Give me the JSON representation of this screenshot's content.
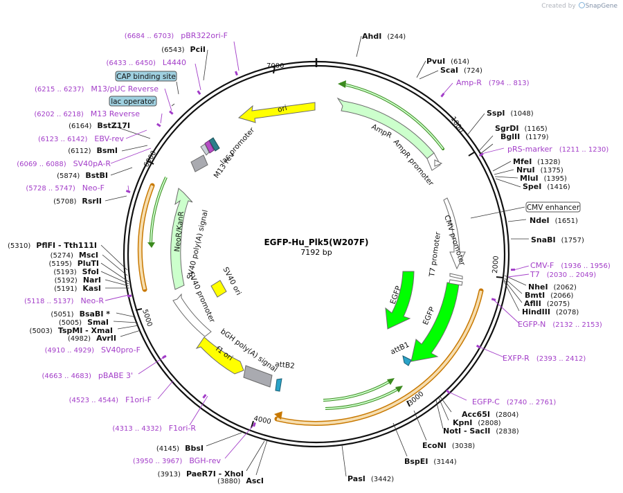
{
  "credit": {
    "prefix": "Created by",
    "brand": "SnapGene"
  },
  "plasmid": {
    "name": "EGFP-Hu_Plk5(W207F)",
    "length": 7192,
    "length_label": "7192 bp"
  },
  "colors": {
    "backbone": "#111111",
    "primer": "#a23cc8",
    "ori": "#ffff00",
    "amp": "#ccffcc",
    "egfp": "#00ff00",
    "promoter": "#ffffff",
    "polya": "#a9aab0",
    "att": "#2aa3c8",
    "primer_arrow": "#3b8a1e",
    "orf_fill": "#f6deb0",
    "orf_line": "#c87800",
    "lac": "#2aa3c8",
    "cap": "#2a7f8a"
  },
  "tick_labels": [
    "1000",
    "2000",
    "3000",
    "4000",
    "5000",
    "6000",
    "7000"
  ],
  "sites": [
    {
      "name": "AhdI",
      "pos": "(244)"
    },
    {
      "name": "PvuI",
      "pos": "(614)"
    },
    {
      "name": "ScaI",
      "pos": "(724)"
    },
    {
      "name": "SspI",
      "pos": "(1048)"
    },
    {
      "name": "SgrDI",
      "pos": "(1165)"
    },
    {
      "name": "BglII",
      "pos": "(1179)"
    },
    {
      "name": "MfeI",
      "pos": "(1328)"
    },
    {
      "name": "NruI",
      "pos": "(1375)"
    },
    {
      "name": "MluI",
      "pos": "(1395)"
    },
    {
      "name": "SpeI",
      "pos": "(1416)"
    },
    {
      "name": "NdeI",
      "pos": "(1651)"
    },
    {
      "name": "SnaBI",
      "pos": "(1757)"
    },
    {
      "name": "NheI",
      "pos": "(2062)"
    },
    {
      "name": "BmtI",
      "pos": "(2066)"
    },
    {
      "name": "AflII",
      "pos": "(2075)"
    },
    {
      "name": "HindIII",
      "pos": "(2078)"
    },
    {
      "name": "Acc65I",
      "pos": "(2804)"
    },
    {
      "name": "KpnI",
      "pos": "(2808)"
    },
    {
      "name": "NotI  -  SacII",
      "pos": "(2838)"
    },
    {
      "name": "EcoNI",
      "pos": "(3038)"
    },
    {
      "name": "BspEI",
      "pos": "(3144)"
    },
    {
      "name": "PasI",
      "pos": "(3442)"
    },
    {
      "name": "AscI",
      "pos": "(3880)"
    },
    {
      "name": "PaeR7I  -  XhoI",
      "pos": "(3913)"
    },
    {
      "name": "BbsI",
      "pos": "(4145)"
    },
    {
      "name": "AvrII",
      "pos": "(4982)"
    },
    {
      "name": "TspMI  -  XmaI",
      "pos": "(5003)"
    },
    {
      "name": "SmaI",
      "pos": "(5005)"
    },
    {
      "name": "BsaBI  *",
      "pos": "(5051)"
    },
    {
      "name": "KasI",
      "pos": "(5191)"
    },
    {
      "name": "NarI",
      "pos": "(5192)"
    },
    {
      "name": "SfoI",
      "pos": "(5193)"
    },
    {
      "name": "PluTI",
      "pos": "(5195)"
    },
    {
      "name": "MscI",
      "pos": "(5274)"
    },
    {
      "name": "PflFI  -  Tth111I",
      "pos": "(5310)"
    },
    {
      "name": "RsrII",
      "pos": "(5708)"
    },
    {
      "name": "BstBI",
      "pos": "(5874)"
    },
    {
      "name": "BsmI",
      "pos": "(6112)"
    },
    {
      "name": "BstZ17I",
      "pos": "(6164)"
    },
    {
      "name": "PciI",
      "pos": "(6543)"
    }
  ],
  "primers": [
    {
      "name": "Amp-R",
      "range": "(794 .. 813)"
    },
    {
      "name": "pRS-marker",
      "range": "(1211 .. 1230)"
    },
    {
      "name": "CMV-F",
      "range": "(1936 .. 1956)"
    },
    {
      "name": "T7",
      "range": "(2030 .. 2049)"
    },
    {
      "name": "EGFP-N",
      "range": "(2132 .. 2153)"
    },
    {
      "name": "EXFP-R",
      "range": "(2393 .. 2412)"
    },
    {
      "name": "EGFP-C",
      "range": "(2740 .. 2761)"
    },
    {
      "name": "BGH-rev",
      "range": "(3950 .. 3967)"
    },
    {
      "name": "F1ori-R",
      "range": "(4313 .. 4332)"
    },
    {
      "name": "F1ori-F",
      "range": "(4523 .. 4544)"
    },
    {
      "name": "pBABE 3'",
      "range": "(4663 .. 4683)"
    },
    {
      "name": "SV40pro-F",
      "range": "(4910 .. 4929)"
    },
    {
      "name": "Neo-R",
      "range": "(5118 .. 5137)"
    },
    {
      "name": "Neo-F",
      "range": "(5728 .. 5747)"
    },
    {
      "name": "SV40pA-R",
      "range": "(6069 .. 6088)"
    },
    {
      "name": "EBV-rev",
      "range": "(6123 .. 6142)"
    },
    {
      "name": "M13 Reverse",
      "range": "(6202 .. 6218)"
    },
    {
      "name": "M13/pUC Reverse",
      "range": "(6215 .. 6237)"
    },
    {
      "name": "L4440",
      "range": "(6433 .. 6450)"
    },
    {
      "name": "pBR322ori-F",
      "range": "(6684 .. 6703)"
    }
  ],
  "boxed_labels": [
    "CMV enhancer",
    "lac operator",
    "CAP binding site"
  ],
  "features": [
    "AmpR",
    "AmpR promoter",
    "CMV promoter",
    "T7 promoter",
    "EGFP",
    "EGFP",
    "attB1",
    "attB2",
    "bGH poly(A) signal",
    "f1 ori",
    "SV40 promoter",
    "SV40 ori",
    "NeoR/KanR",
    "SV40 poly(A) signal",
    "M13 rev",
    "lac promoter",
    "ori"
  ]
}
